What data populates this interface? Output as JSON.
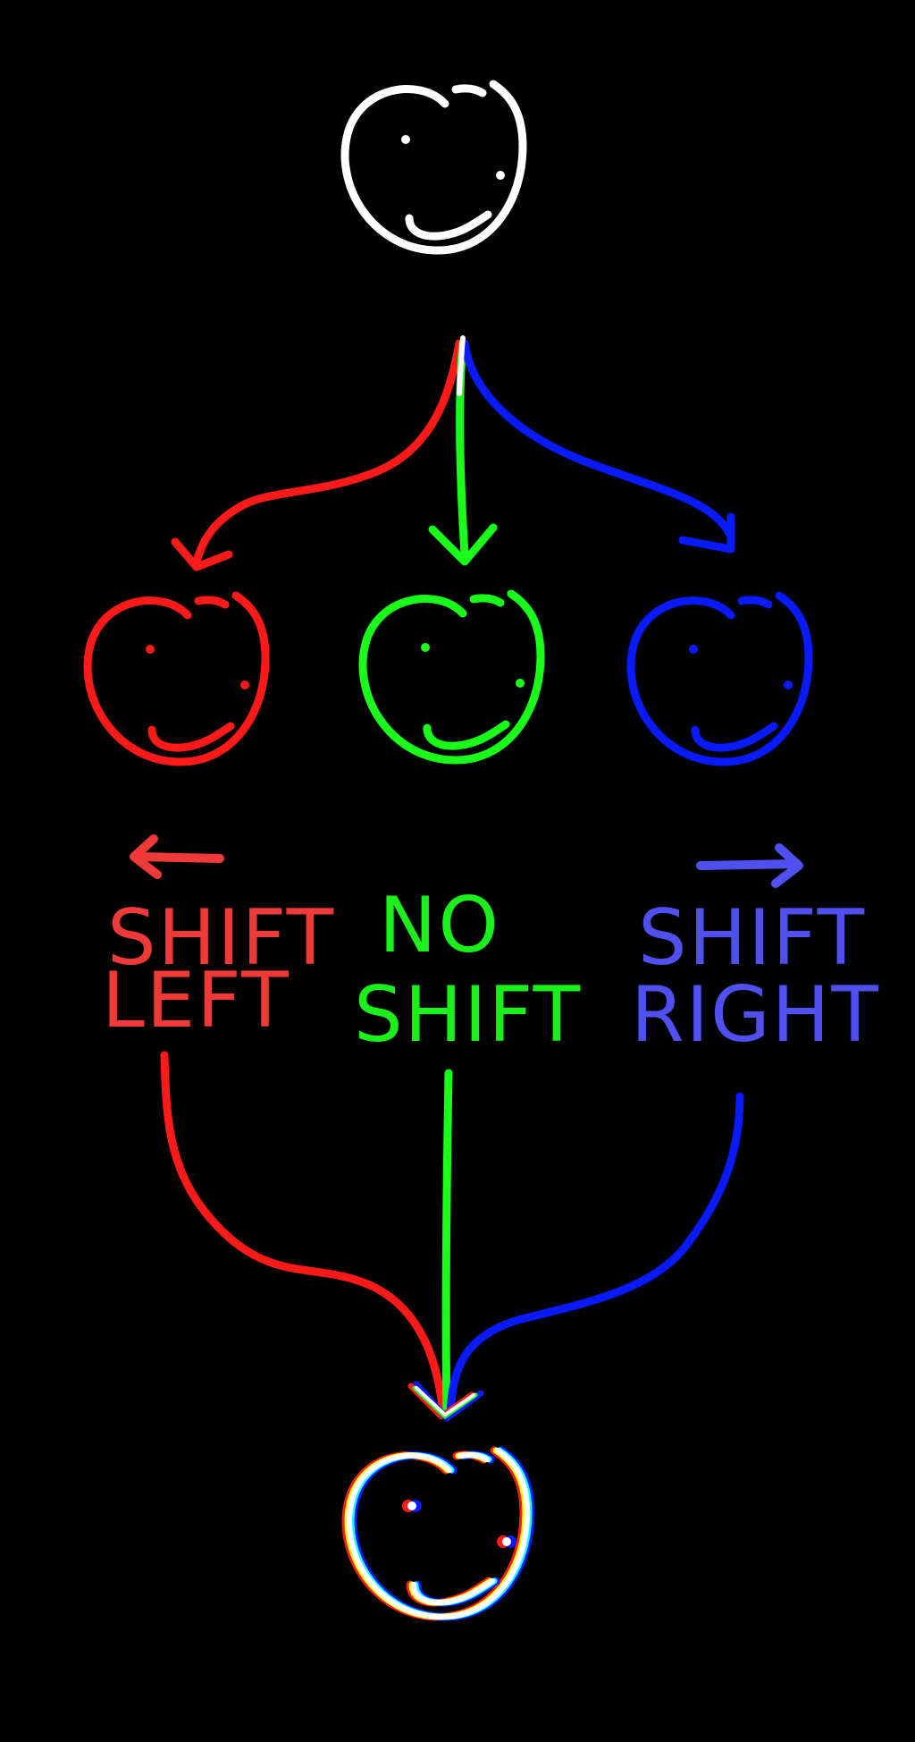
{
  "colors": {
    "background": "#000000",
    "origin": "#FFFFFF",
    "left": "#FF1A1A",
    "center": "#1AFF1A",
    "right": "#0A1AFF",
    "left_label": "#F03A3A",
    "center_label": "#1AF01A",
    "right_label": "#5050F0"
  },
  "labels": {
    "left": {
      "line1": "SHIFT",
      "line2": "LEFT"
    },
    "center": {
      "line1": "NO",
      "line2": "SHIFT"
    },
    "right": {
      "line1": "SHIFT",
      "line2": "RIGHT"
    }
  },
  "icons": {
    "face": "smiley-face-icon",
    "left_arrow": "arrow-left-icon",
    "right_arrow": "arrow-right-icon"
  }
}
